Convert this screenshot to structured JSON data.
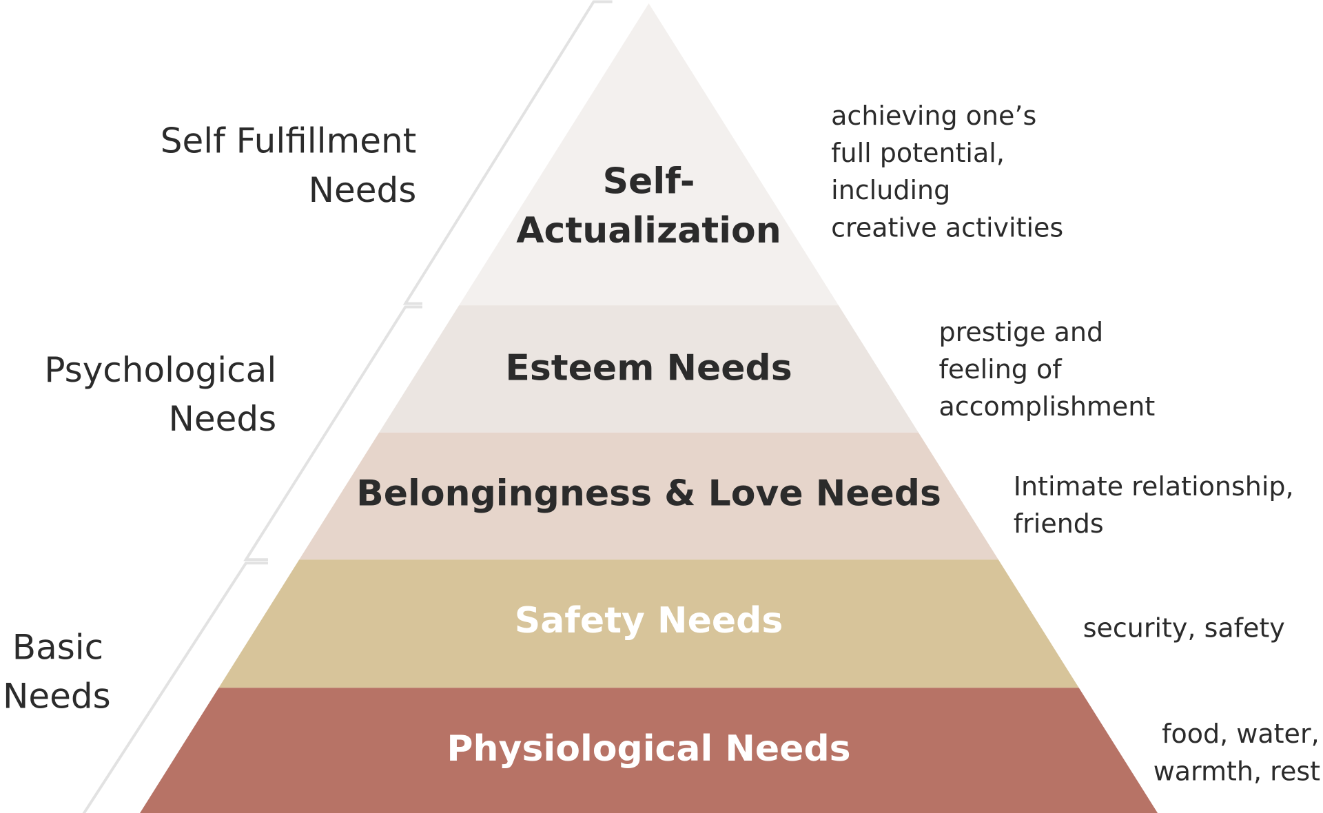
{
  "colors": {
    "background": "#ffffff",
    "bracket": "#e2e2e2",
    "dark_text": "#2b2b2b",
    "light_text": "#ffffff"
  },
  "tiers": [
    {
      "name_lines": [
        "Self-",
        "Actualization"
      ],
      "fill": "#f3f0ee",
      "text_color": "#2b2b2b",
      "description_lines": [
        "achieving one’s",
        "full potential,",
        "including",
        "creative activities"
      ]
    },
    {
      "name_lines": [
        "Esteem Needs"
      ],
      "fill": "#ebe5e1",
      "text_color": "#2b2b2b",
      "description_lines": [
        "prestige and",
        "feeling of",
        "accomplishment"
      ]
    },
    {
      "name_lines": [
        "Belongingness & Love Needs"
      ],
      "fill": "#e6d5cb",
      "text_color": "#2b2b2b",
      "description_lines": [
        "Intimate relationship,",
        "friends"
      ]
    },
    {
      "name_lines": [
        "Safety Needs"
      ],
      "fill": "#d7c49a",
      "text_color": "#ffffff",
      "description_lines": [
        "security, safety"
      ]
    },
    {
      "name_lines": [
        "Physiological Needs"
      ],
      "fill": "#b77366",
      "text_color": "#ffffff",
      "description_lines": [
        "food, water,",
        "warmth, rest"
      ]
    }
  ],
  "groups": [
    {
      "label_lines": [
        "Self Fulfillment",
        "Needs"
      ]
    },
    {
      "label_lines": [
        "Psychological",
        "Needs"
      ]
    },
    {
      "label_lines": [
        "Basic",
        "Needs"
      ]
    }
  ]
}
